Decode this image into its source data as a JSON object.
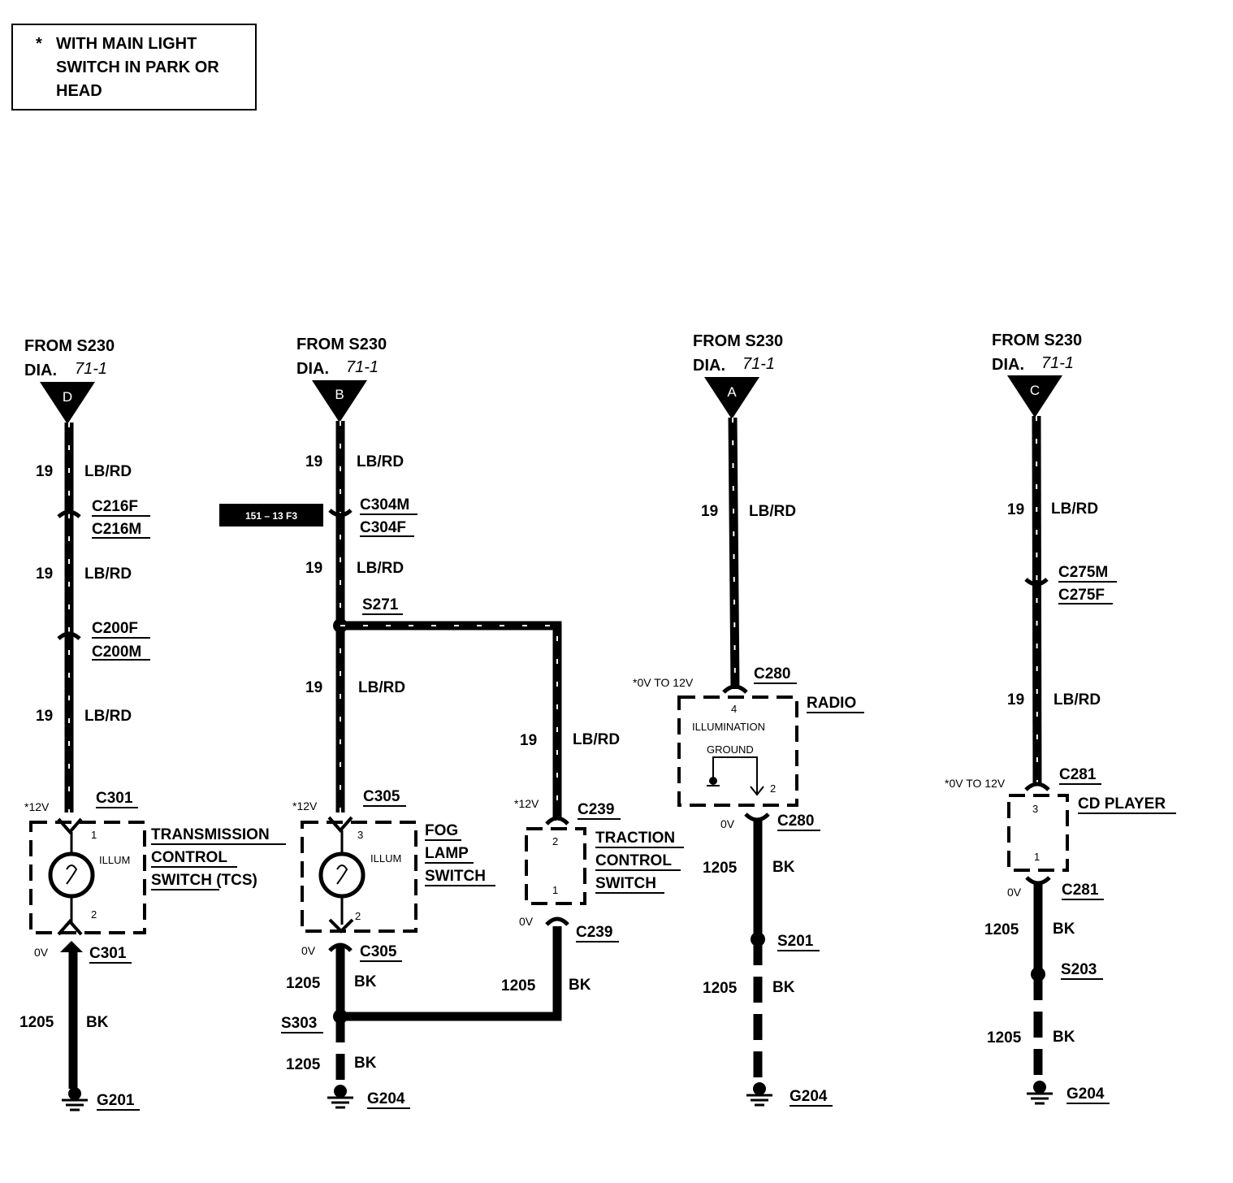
{
  "note": {
    "star": "*",
    "lines": [
      "WITH MAIN LIGHT",
      "SWITCH IN PARK OR",
      "HEAD"
    ]
  },
  "circuits": {
    "d": {
      "from": "FROM S230",
      "dia": "DIA.",
      "dia_ref": "71-1",
      "letter": "D",
      "w1_num": "19",
      "w1_color": "LB/RD",
      "conn1_top": "C216F",
      "conn1_bot": "C216M",
      "w2_num": "19",
      "w2_color": "LB/RD",
      "conn2_top": "C200F",
      "conn2_bot": "C200M",
      "w3_num": "19",
      "w3_color": "LB/RD",
      "volt_in": "*12V",
      "conn_in": "C301",
      "pin_top": "1",
      "pin_bot": "2",
      "illum": "ILLUM",
      "comp": [
        "TRANSMISSION",
        "CONTROL",
        "SWITCH (TCS)"
      ],
      "volt_out": "0V",
      "conn_out": "C301",
      "g_num": "1205",
      "g_color": "BK",
      "ground": "G201"
    },
    "b": {
      "from": "FROM S230",
      "dia": "DIA.",
      "dia_ref": "71-1",
      "letter": "B",
      "tag": "151 – 13 F3",
      "w1_num": "19",
      "w1_color": "LB/RD",
      "conn1_top": "C304M",
      "conn1_bot": "C304F",
      "w2_num": "19",
      "w2_color": "LB/RD",
      "splice": "S271",
      "w3_num": "19",
      "w3_color": "LB/RD",
      "volt_in": "*12V",
      "conn_in": "C305",
      "pin_top": "3",
      "pin_bot": "2",
      "illum": "ILLUM",
      "comp": [
        "FOG",
        "LAMP",
        "SWITCH"
      ],
      "volt_out": "0V",
      "conn_out": "C305",
      "g1_num": "1205",
      "g1_color": "BK",
      "splice_out": "S303",
      "g2_num": "1205",
      "g2_color": "BK",
      "ground": "G204"
    },
    "traction": {
      "w_num": "19",
      "w_color": "LB/RD",
      "volt_in": "*12V",
      "conn_in": "C239",
      "pin_top": "2",
      "pin_bot": "1",
      "comp": [
        "TRACTION",
        "CONTROL",
        "SWITCH"
      ],
      "volt_out": "0V",
      "conn_out": "C239",
      "g_num": "1205",
      "g_color": "BK"
    },
    "a": {
      "from": "FROM S230",
      "dia": "DIA.",
      "dia_ref": "71-1",
      "letter": "A",
      "w1_num": "19",
      "w1_color": "LB/RD",
      "volt_in": "*0V TO 12V",
      "conn_in": "C280",
      "comp": "RADIO",
      "pin_top": "4",
      "illum": "ILLUMINATION",
      "ground_label": "GROUND",
      "pin_bot": "2",
      "volt_out": "0V",
      "conn_out": "C280",
      "g1_num": "1205",
      "g1_color": "BK",
      "splice": "S201",
      "g2_num": "1205",
      "g2_color": "BK",
      "ground": "G204"
    },
    "c": {
      "from": "FROM S230",
      "dia": "DIA.",
      "dia_ref": "71-1",
      "letter": "C",
      "w1_num": "19",
      "w1_color": "LB/RD",
      "conn1_top": "C275M",
      "conn1_bot": "C275F",
      "w2_num": "19",
      "w2_color": "LB/RD",
      "volt_in": "*0V TO 12V",
      "conn_in": "C281",
      "comp": "CD PLAYER",
      "pin_top": "3",
      "pin_bot": "1",
      "volt_out": "0V",
      "conn_out": "C281",
      "g1_num": "1205",
      "g1_color": "BK",
      "splice": "S203",
      "g2_num": "1205",
      "g2_color": "BK",
      "ground": "G204"
    }
  }
}
